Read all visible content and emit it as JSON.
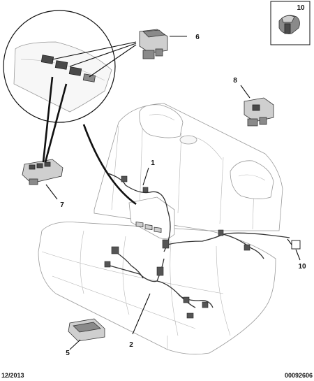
{
  "callouts": {
    "c1": "1",
    "c2": "2",
    "c5": "5",
    "c6": "6",
    "c7": "7",
    "c8": "8",
    "c10_box": "10",
    "c10": "10"
  },
  "footer": {
    "date": "12/2013",
    "reference": "00092606"
  }
}
